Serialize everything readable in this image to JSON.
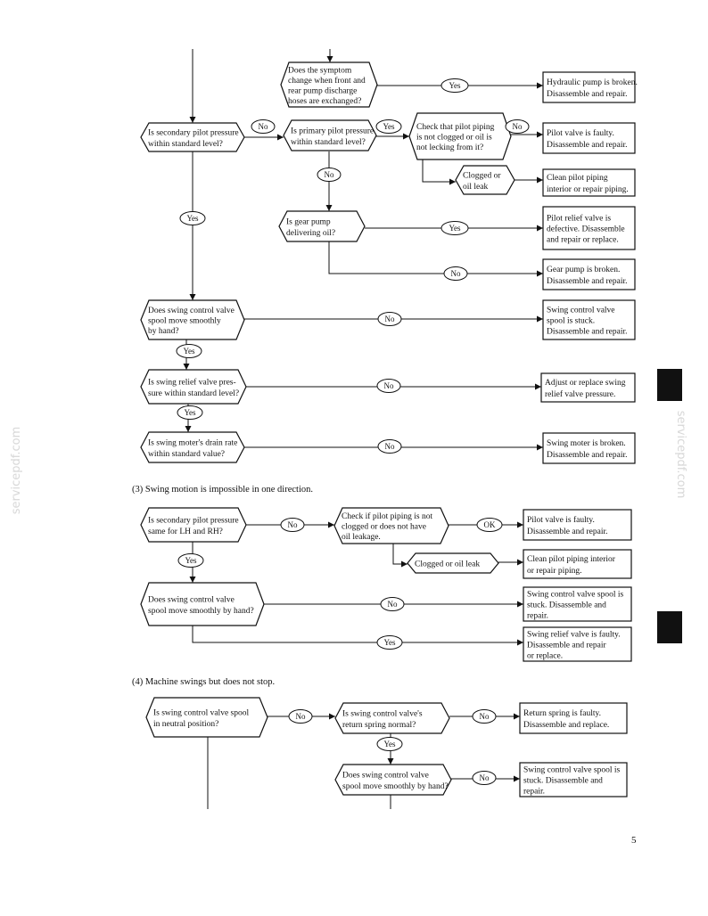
{
  "decisions": {
    "d1": [
      "Does the symptom",
      "change when front and",
      "rear pump discharge",
      "hoses are exchanged?"
    ],
    "d2": [
      "Is secondary pilot pressure",
      "within standard level?"
    ],
    "d3": [
      "Is primary pilot pressure",
      "within standard level?"
    ],
    "d4": [
      "Check that pilot piping",
      "is not clogged or oil is",
      "not lecking from it?"
    ],
    "d5": [
      "Clogged or",
      "oil leak"
    ],
    "d6": [
      "Is gear pump",
      "delivering oil?"
    ],
    "d7": [
      "Does swing control valve",
      "spool move smoothly",
      "by hand?"
    ],
    "d8": [
      "Is swing relief valve pres-",
      "sure within standard level?"
    ],
    "d9": [
      "Is swing moter's drain rate",
      "within standard value?"
    ],
    "e1": [
      "Is secondary pilot pressure",
      "same for LH and RH?"
    ],
    "e2": [
      "Check if pilot piping is not",
      "clogged or does not have",
      "oil leakage."
    ],
    "e3": [
      "Clogged or oil leak"
    ],
    "e4": [
      "Does swing control valve",
      "spool move smoothly by hand?"
    ],
    "f1": [
      "Is swing control valve spool",
      "in neutral position?"
    ],
    "f2": [
      "Is swing control valve's",
      "return spring normal?"
    ],
    "f3": [
      "Does swing control valve",
      "spool move smoothly by hand?"
    ]
  },
  "results": {
    "r1": [
      "Hydraulic pump is broken.",
      "Disassemble and repair."
    ],
    "r2": [
      "Pilot valve is faulty.",
      "Disassemble and repair."
    ],
    "r3": [
      "Clean pilot piping",
      "interior or repair piping."
    ],
    "r4": [
      "Pilot relief valve is",
      "defective.  Disassemble",
      "and repair or replace."
    ],
    "r5": [
      "Gear pump is broken.",
      "Disassemble and repair."
    ],
    "r6": [
      "Swing control valve",
      "spool is stuck.",
      "Disassemble and repair."
    ],
    "r7": [
      "Adjust or replace swing",
      "relief valve pressure."
    ],
    "r8": [
      "Swing moter is broken.",
      "Disassemble and repair."
    ],
    "s1": [
      "Pilot valve is faulty.",
      "Disassemble and repair."
    ],
    "s2": [
      "Clean pilot piping interior",
      "or repair piping."
    ],
    "s3": [
      "Swing control valve spool is",
      "stuck.  Disassemble and",
      "repair."
    ],
    "s4": [
      "Swing relief valve is faulty.",
      "Disassemble and repair",
      "or replace."
    ],
    "t1": [
      "Return spring is faulty.",
      "Disassemble and replace."
    ],
    "t2": [
      "Swing control valve spool is",
      "stuck.  Disassemble and",
      "repair."
    ]
  },
  "labels": {
    "yes": "Yes",
    "no": "No",
    "ok": "OK"
  },
  "sections": {
    "s3_title": "(3)  Swing motion is impossible in one direction.",
    "s4_title": "(4)  Machine swings but does not stop."
  },
  "page_number": "5",
  "watermark": "servicepdf.com"
}
